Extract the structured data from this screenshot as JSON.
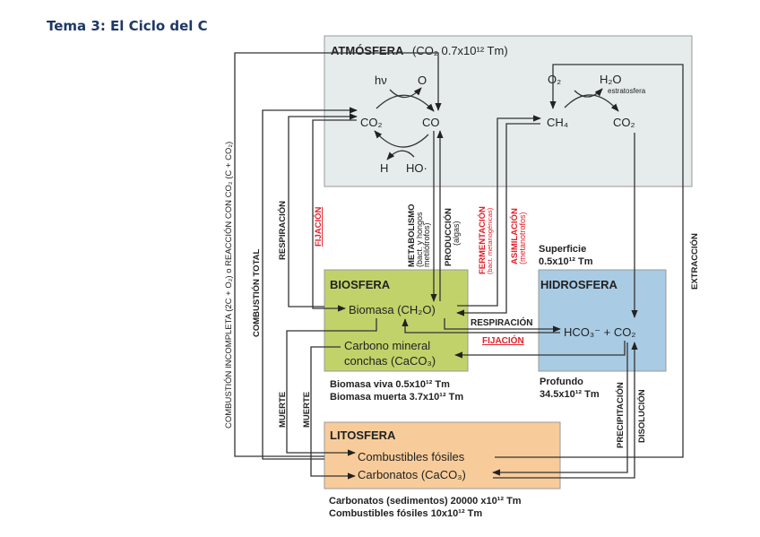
{
  "page": {
    "title": "Tema 3: El Ciclo del C"
  },
  "atmosfera": {
    "title": "ATMÓSFERA",
    "amount": "(CO₂ 0.7x10¹² Tm)",
    "species": {
      "co2_left": "CO₂",
      "co": "CO",
      "hv": "hν",
      "o": "O",
      "h": "H",
      "ho": "HO·",
      "ch4": "CH₄",
      "co2_right": "CO₂",
      "o2": "O₂",
      "h2o": "H₂O",
      "estratosfera": "estratosfera"
    },
    "color": "#e6ecec"
  },
  "biosfera": {
    "title": "BIOSFERA",
    "biomasa": "Biomasa (CH₂O)",
    "carbono_1": "Carbono mineral",
    "carbono_2": "conchas (CaCO₃)",
    "viva": "Biomasa viva 0.5x10¹² Tm",
    "muerta": "Biomasa muerta 3.7x10¹² Tm",
    "color": "#c2d26a"
  },
  "hidrosfera": {
    "title": "HIDROSFERA",
    "species": "HCO₃⁻ + CO₂",
    "superficie_1": "Superficie",
    "superficie_2": "0.5x10¹² Tm",
    "profundo_1": "Profundo",
    "profundo_2": "34.5x10¹² Tm",
    "color": "#a9cbe4"
  },
  "litosfera": {
    "title": "LITOSFERA",
    "fosiles": "Combustibles fósiles",
    "carbonatos": "Carbonatos (CaCO₃)",
    "note_1": "Carbonatos (sedimentos) 20000 x10¹² Tm",
    "note_2": "Combustibles fósiles 10x10¹² Tm",
    "color": "#f8cc9a"
  },
  "processes": {
    "combustion_incompleta": "COMBUSTIÓN INCOMPLETA (2C + O₂) o REACCIÓN CON CO₂ (C + CO₂)",
    "combustion_total": "COMBUSTIÓN TOTAL",
    "respiracion_v": "RESPIRACIÓN",
    "fijacion_v": "FIJACIÓN",
    "muerte_1": "MUERTE",
    "muerte_2": "MUERTE",
    "metabolismo_1": "METABOLISMO",
    "metabolismo_2": "(bact. y hongos",
    "metabolismo_3": "metilótrofos)",
    "produccion_1": "PRODUCCIÓN",
    "produccion_2": "(algas)",
    "fermentacion_1": "FERMENTACIÓN",
    "fermentacion_2": "(bact. metanogénicas)",
    "asimilacion_1": "ASIMILACIÓN",
    "asimilacion_2": "(metanotrofos)",
    "respiracion_h": "RESPIRACIÓN",
    "fijacion_h": "FIJACIÓN",
    "precipitacion": "PRECIPITACIÓN",
    "disolucion": "DISOLUCIÓN",
    "extraccion": "EXTRACCIÓN"
  }
}
